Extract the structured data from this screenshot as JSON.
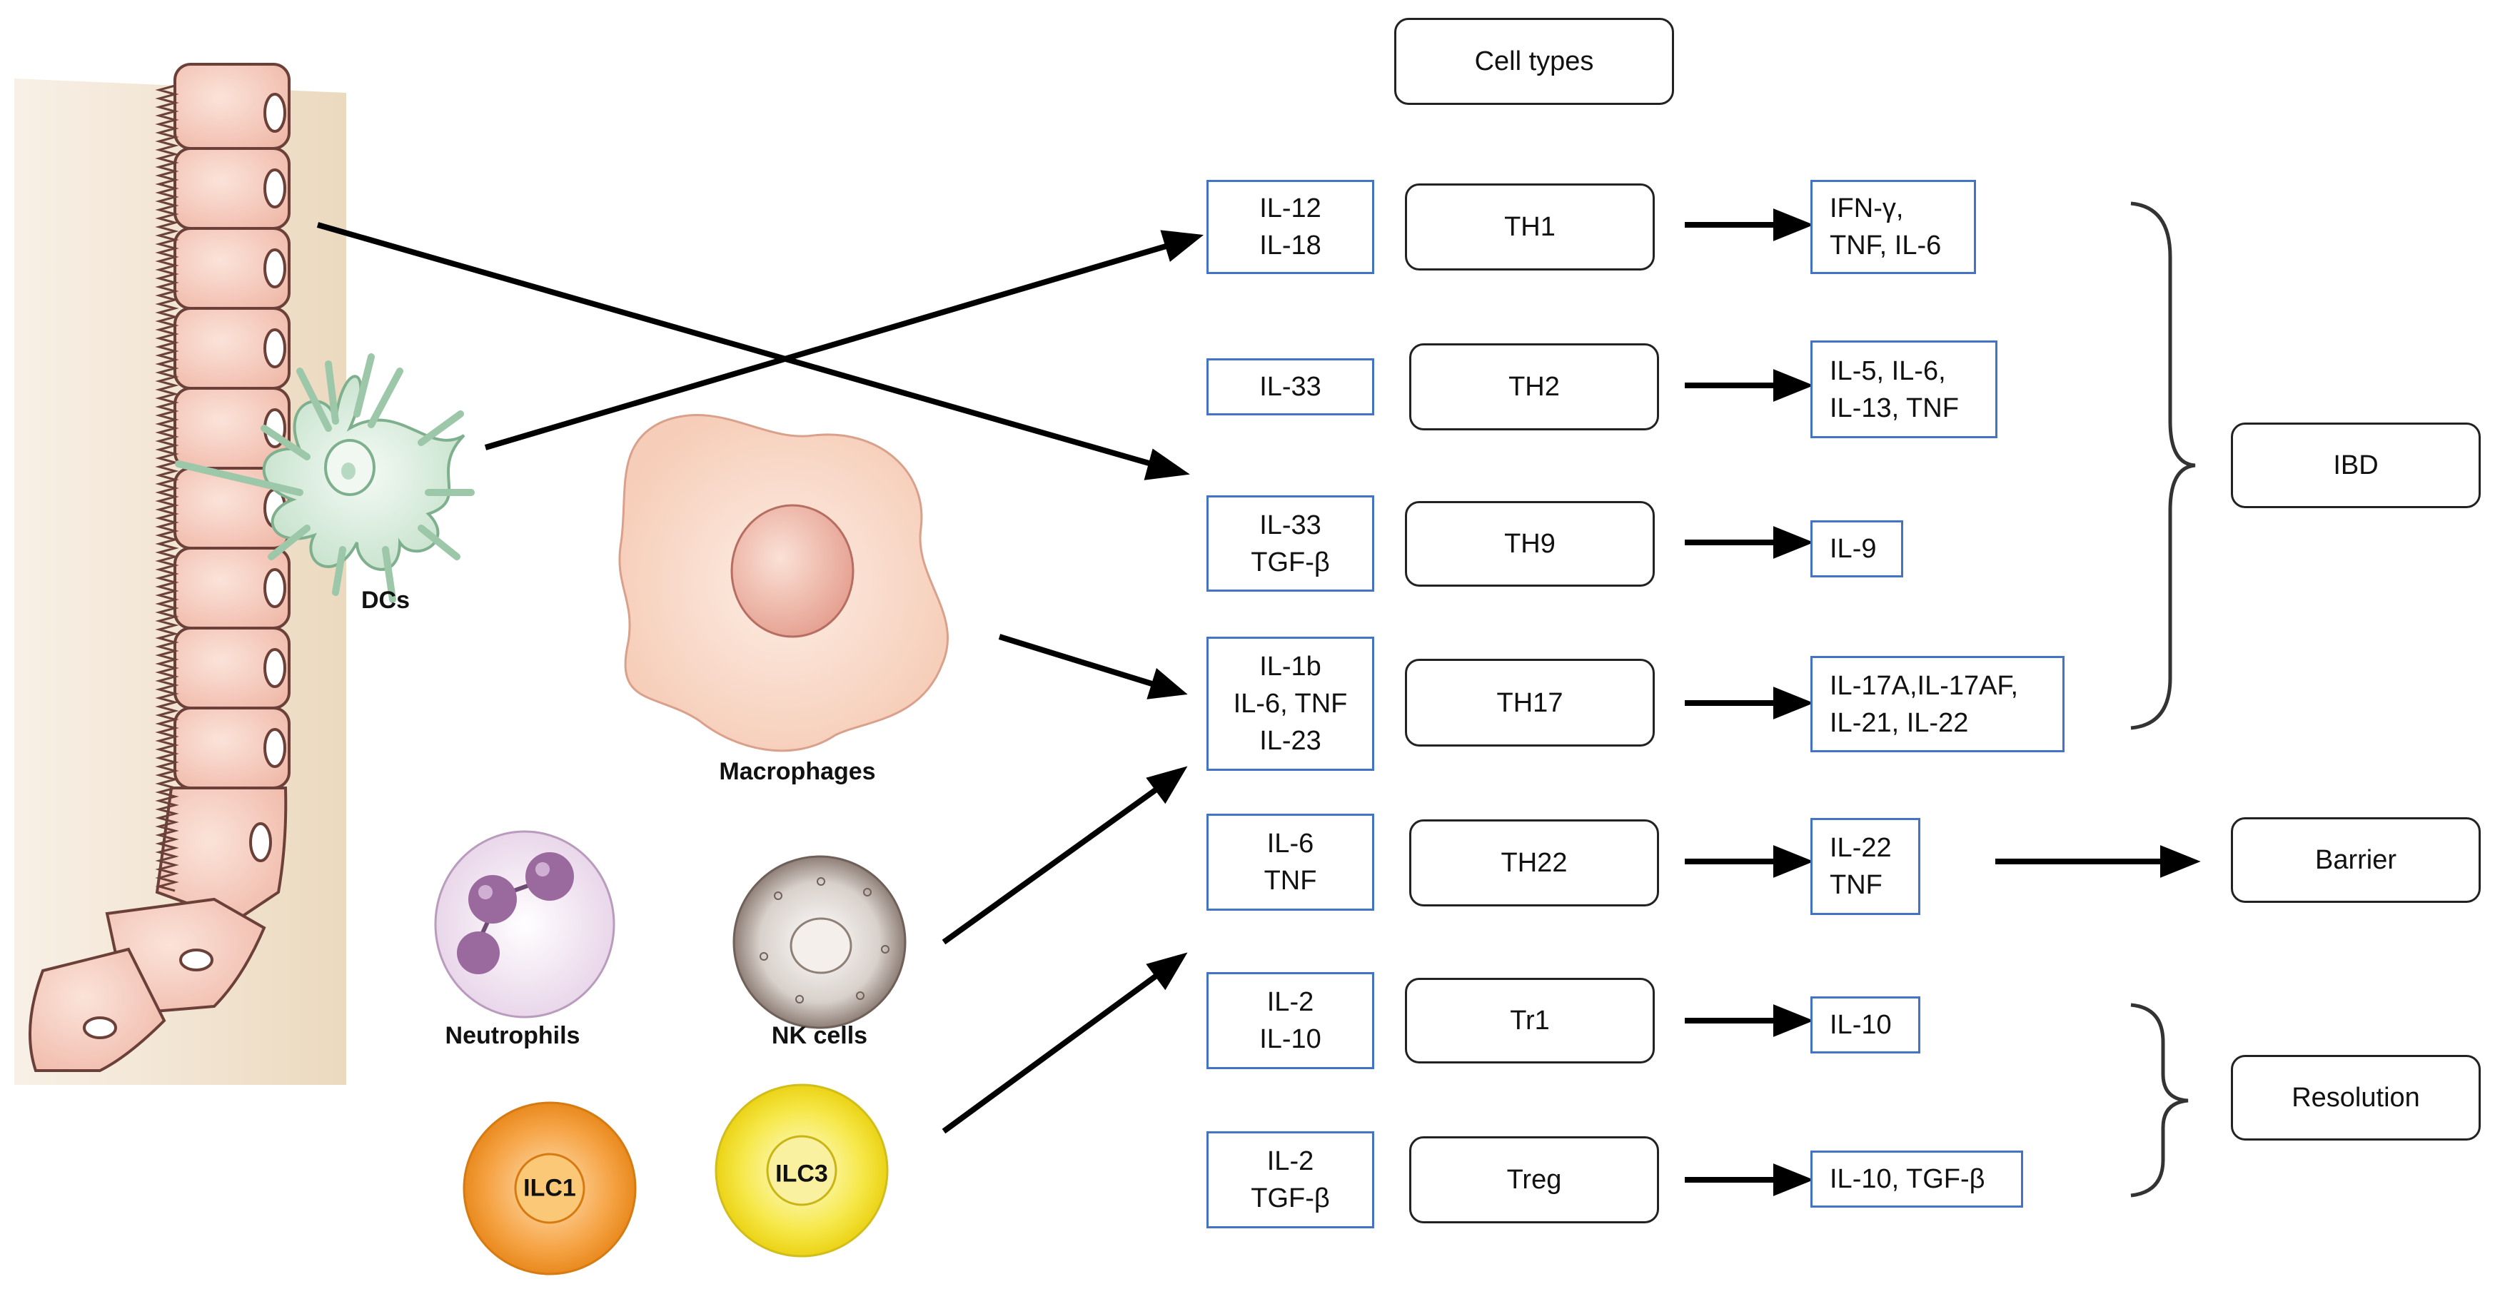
{
  "header": {
    "cell_types": "Cell types"
  },
  "rows": [
    {
      "cytokines": "IL-12\nIL-18",
      "cell": "TH1",
      "outputs": "IFN-γ,\nTNF, IL-6"
    },
    {
      "cytokines": "IL-33",
      "cell": "TH2",
      "outputs": "IL-5, IL-6,\nIL-13, TNF"
    },
    {
      "cytokines": "IL-33\nTGF-β",
      "cell": "TH9",
      "outputs": "IL-9"
    },
    {
      "cytokines": "IL-1b\nIL-6, TNF\nIL-23",
      "cell": "TH17",
      "outputs": "IL-17A,IL-17AF,\nIL-21, IL-22"
    },
    {
      "cytokines": "IL-6\nTNF",
      "cell": "TH22",
      "outputs": "IL-22\nTNF"
    },
    {
      "cytokines": "IL-2\nIL-10",
      "cell": "Tr1",
      "outputs": "IL-10"
    },
    {
      "cytokines": "IL-2\nTGF-β",
      "cell": "Treg",
      "outputs": "IL-10, TGF-β"
    }
  ],
  "outcomes": {
    "ibd": "IBD",
    "barrier": "Barrier",
    "resolution": "Resolution"
  },
  "innate_cells": {
    "dcs": "DCs",
    "macrophages": "Macrophages",
    "neutrophils": "Neutrophils",
    "nk_cells": "NK cells",
    "ilc1": "ILC1",
    "ilc3": "ILC3"
  },
  "colors": {
    "cytokine_border": "#4472C4",
    "epithelium": "#F2C4B8",
    "lamina": "#E8D3B4",
    "dc": "#A9CFB5",
    "macrophage": "#F8D7C7",
    "neutrophil": "#9A6A9E",
    "nk": "#9E9088",
    "ilc1": "#F29A2E",
    "ilc3": "#F2E230"
  }
}
